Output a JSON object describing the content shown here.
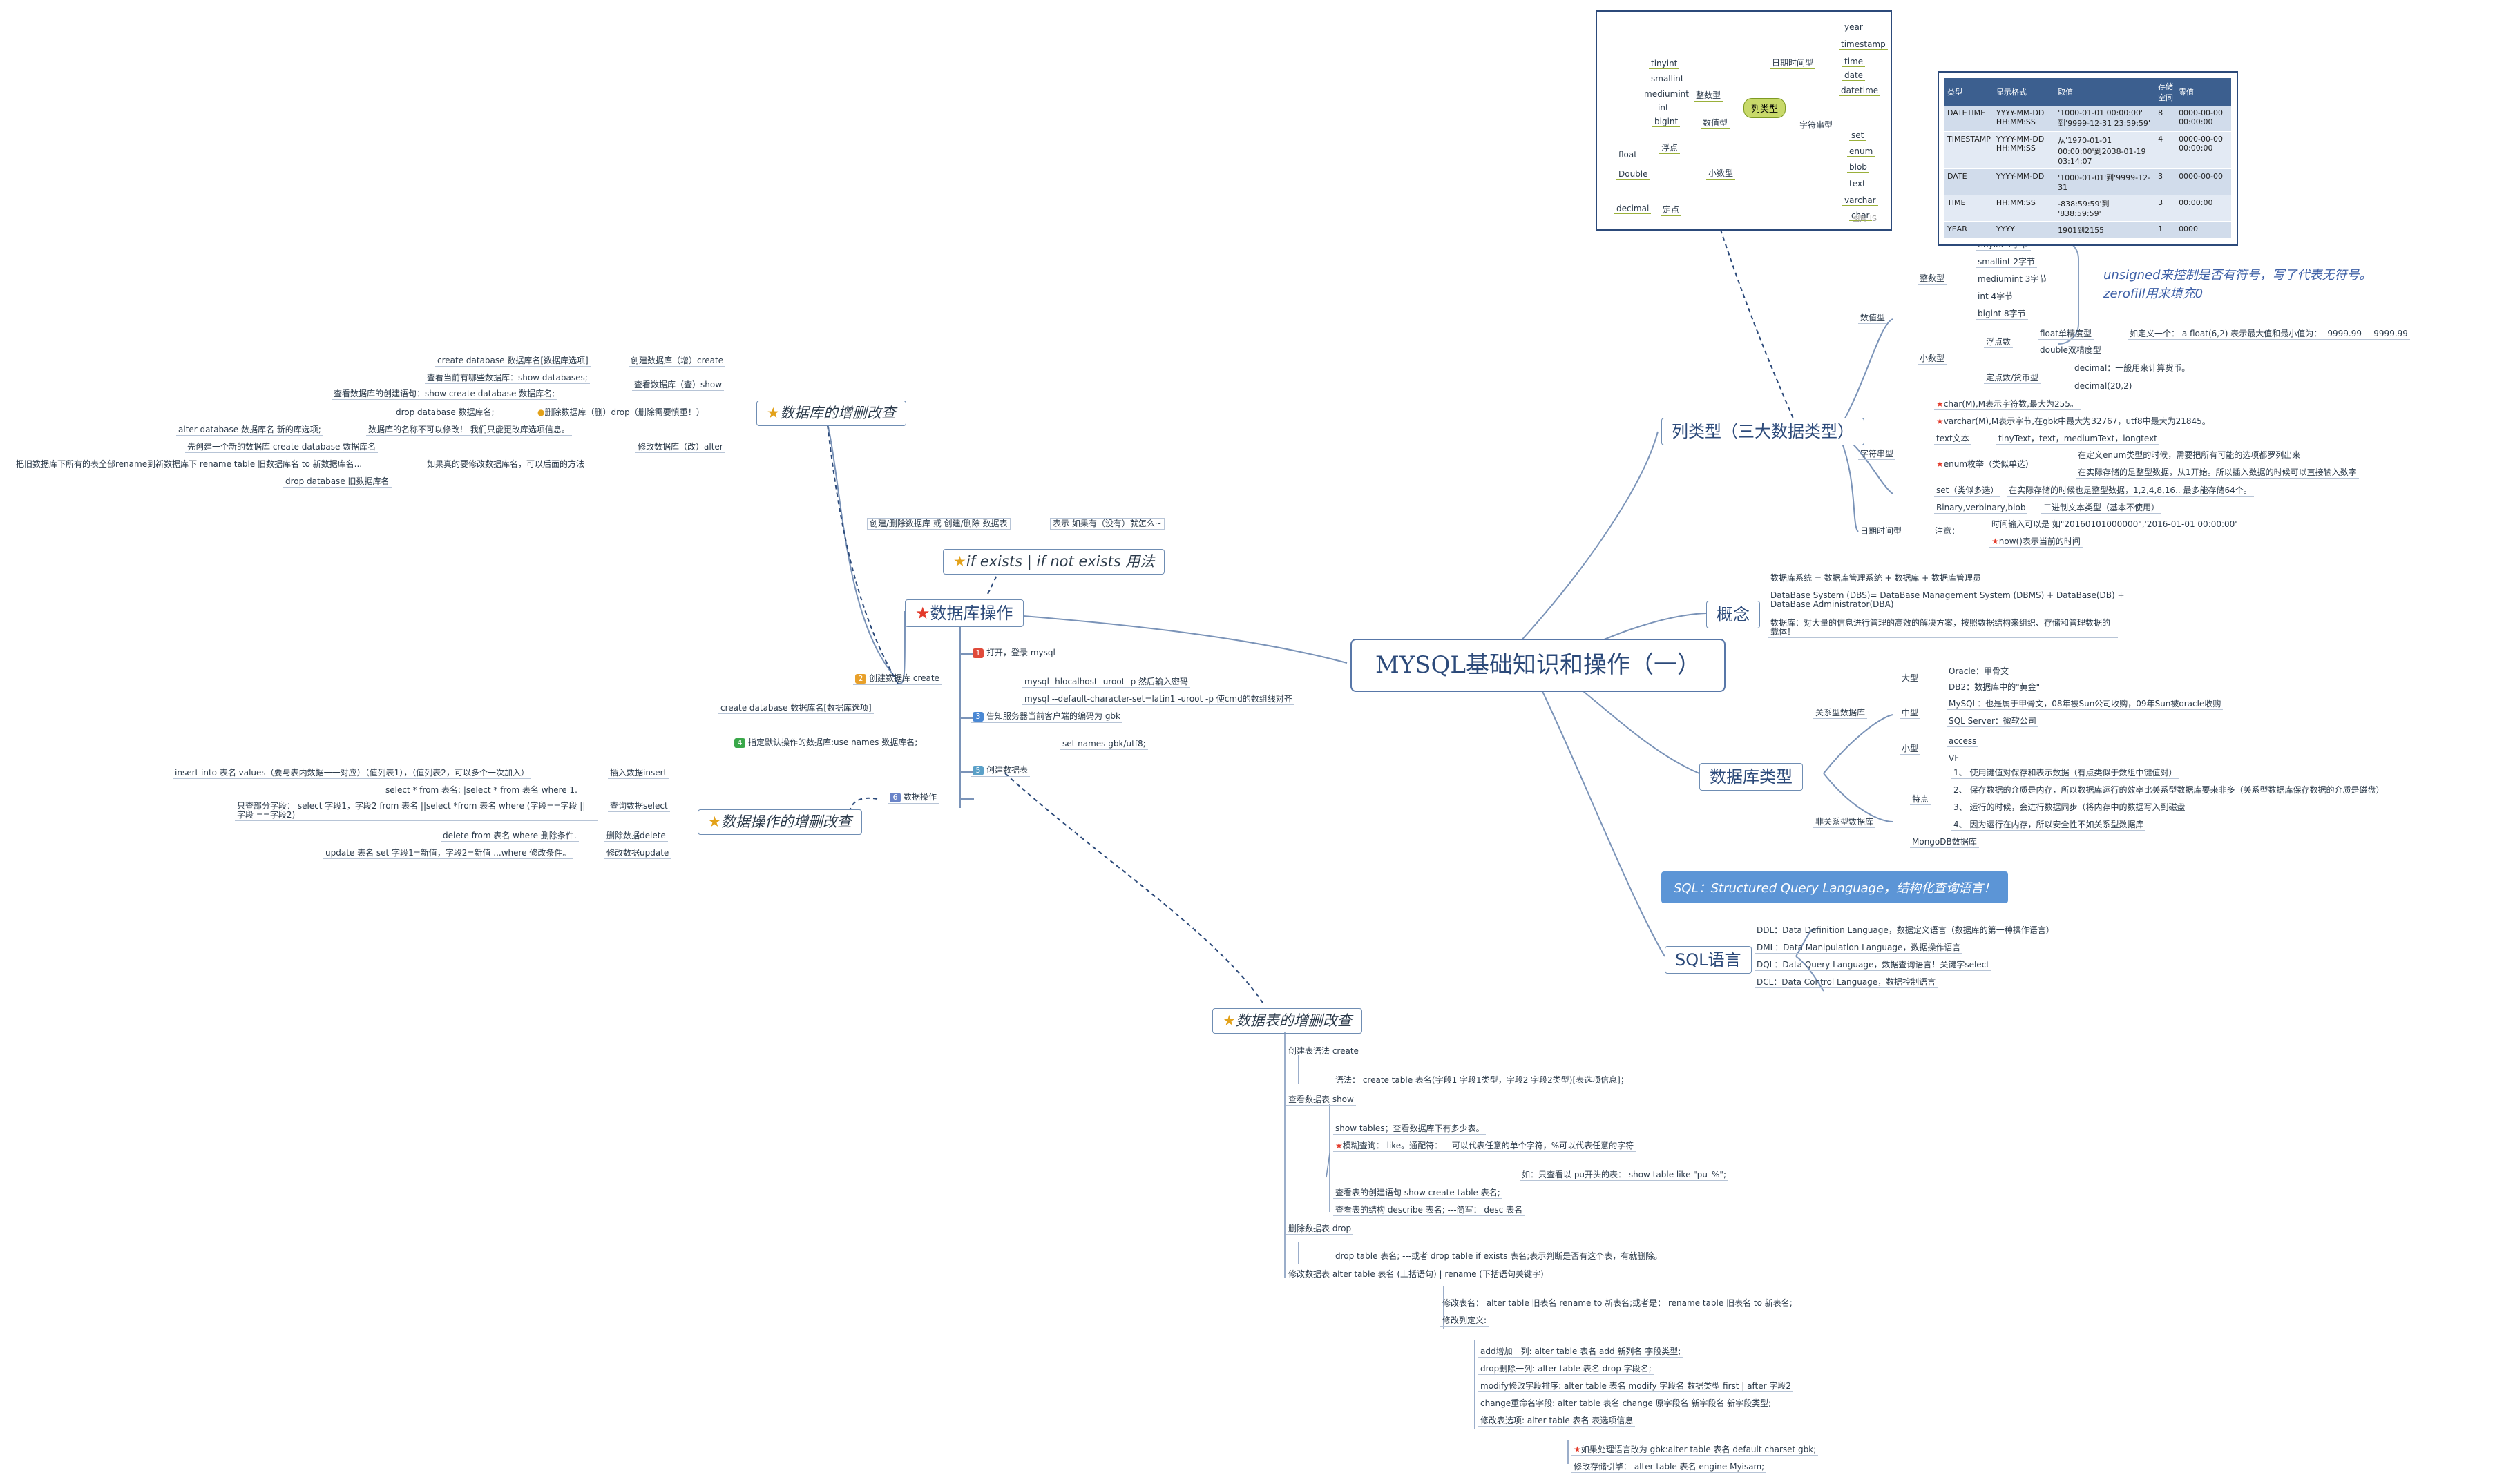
{
  "root": "MYSQL基础知识和操作（一）",
  "left": {
    "db_ops": {
      "title": "数据库操作",
      "subs": [
        {
          "n": "1",
          "label": "打开，登录 mysql",
          "color": "#e04a3a"
        },
        {
          "n": "2",
          "label": "创建数据库 create",
          "color": "#e8a02a"
        },
        {
          "n": "3",
          "label": "告知服务器当前客户端的编码为 gbk",
          "color": "#4a88d4"
        },
        {
          "n": "4",
          "label": "指定默认操作的数据库:use names 数据库名;",
          "color": "#3aa84a"
        },
        {
          "n": "5",
          "label": "创建数据表",
          "color": "#5aa0c8"
        },
        {
          "n": "6",
          "label": "数据操作",
          "color": "#6a84c8"
        }
      ],
      "login_notes": [
        "mysql -hlocalhost -uroot -p 然后输入密码",
        "mysql --default-character-set=latin1 -uroot -p 使cmd的数组线对齐"
      ],
      "gbk_note": "set names gbk/utf8;",
      "create_note": "create database 数据库名[数据库选项]"
    },
    "ifexists": {
      "title": "if exists | if not exists 用法",
      "items": [
        "创建/删除数据库 或 创建/删除 数据表",
        "表示 如果有（没有）就怎么~"
      ]
    },
    "db_crud": {
      "title": "数据库的增删改查",
      "items": [
        {
          "left": "create database 数据库名[数据库选项]",
          "right": "创建数据库（增）create"
        },
        {
          "left": "查看当前有哪些数据库：show databases;",
          "right": ""
        },
        {
          "left": "查看数据库的创建语句：show create database 数据库名;",
          "right": "查看数据库（查）show"
        },
        {
          "left": "drop database 数据库名;",
          "right": "删除数据库（删）drop（删除需要慎重！）"
        },
        {
          "left": "alter database 数据库名 新的库选项;",
          "right": "数据库的名称不可以修改！ 我们只能更改库选项信息。"
        },
        {
          "left": "先创建一个新的数据库 create database 数据库名",
          "right": ""
        },
        {
          "left": "把旧数据库下所有的表全部rename到新数据库下 rename table 旧数据库名 to 新数据库名...",
          "right": "如果真的要修改数据库名，可以后面的方法"
        },
        {
          "left": "drop database 旧数据库名",
          "right": ""
        }
      ],
      "alter_label": "修改数据库（改）alter"
    },
    "data_crud": {
      "title": "数据操作的增删改查",
      "items": [
        {
          "left": "insert into 表名 values（要与表内数据一一对应）（值列表1），（值列表2，可以多个一次加入）",
          "right": "插入数据insert"
        },
        {
          "left": "select * from 表名; |select * from 表名 where 1.",
          "right": ""
        },
        {
          "left": "只查部分字段： select 字段1，字段2 from 表名 ||select *from 表名 where (字段==字段 || 字段 ==字段2)",
          "right": "查询数据select"
        },
        {
          "left": "delete from 表名 where 删除条件.",
          "right": "删除数据delete"
        },
        {
          "left": "update 表名 set 字段1=新值，字段2=新值 ...where 修改条件。",
          "right": "修改数据update"
        }
      ]
    },
    "table_crud": {
      "title": "数据表的增删改查",
      "items": [
        "创建表语法 create",
        "语法： create table 表名(字段1 字段1类型，字段2 字段2类型)[表选项信息]；",
        "查看数据表 show",
        "show tables；查看数据库下有多少表。",
        "模糊查询： like。通配符： _ 可以代表任意的单个字符，%可以代表任意的字符",
        "如：只查看以 pu开头的表： show table like \"pu_%\";",
        "查看表的创建语句 show create table 表名;",
        "查看表的结构 describe 表名; ---简写： desc 表名",
        "删除数据表 drop",
        "drop table 表名; ---或者 drop table if exists 表名;表示判断是否有这个表，有就删除。",
        "修改数据表 alter table 表名 (上括语句) | rename (下括语句关键字)",
        "修改表名： alter table 旧表名 rename to 新表名;或者是： rename table 旧表名 to 新表名;",
        "修改列定义:",
        "add增加一列: alter table 表名 add 新列名 字段类型;",
        "drop删除一列: alter table 表名 drop 字段名;",
        "modify修改字段排序: alter table 表名 modify 字段名 数据类型 first | after 字段2",
        "change重命名字段: alter table 表名 change 原字段名 新字段名 新字段类型;",
        "修改表选项: alter table 表名 表选项信息",
        "如果处理语言改为 gbk:alter table 表名 default charset gbk;",
        "修改存储引擎： alter table 表名 engine Myisam;"
      ]
    }
  },
  "right": {
    "coltypes": {
      "title": "列类型（三大数据类型）",
      "numeric": "数值型",
      "integer": "整数型",
      "ints": [
        "tinyint 1字节",
        "smallint 2字节",
        "mediumint 3字节",
        "int 4字节",
        "bigint 8字节"
      ],
      "unsigned_note": "unsigned来控制是否有符号，写了代表无符号。zerofill用来填充0",
      "decimal_group": "小数型",
      "float_group": "浮点数",
      "float_items": [
        "float单精度型",
        "double双精度型"
      ],
      "float_note": "如定义一个： a float(6,2) 表示最大值和最小值为： -9999.99----9999.99",
      "fixed_group": "定点数/货币型",
      "fixed_items": [
        "decimal：一般用来计算货币。",
        "decimal(20,2)"
      ],
      "string": "字符串型",
      "string_items": [
        "char(M),M表示字符数,最大为255。",
        "varchar(M),M表示字节,在gbk中最大为32767，utf8中最大为21845。",
        "text文本",
        "enum枚举（类似单选）",
        "set（类似多选）",
        "Binary,verbinary,blob"
      ],
      "text_note": "tinyText，text，mediumText，longtext",
      "enum_notes": [
        "在定义enum类型的时候，需要把所有可能的选项都罗列出来",
        "在实际存储的是整型数据，从1开始。所以插入数据的时候可以直接输入数字"
      ],
      "set_note": "在实际存储的时候也是整型数据，1,2,4,8,16.. 最多能存储64个。",
      "blob_note": "二进制文本类型（基本不使用）",
      "date": "日期时间型",
      "date_note_label": "注意：",
      "date_notes": [
        "时间输入可以是 如\"20160101000000\",'2016-01-01 00:00:00'",
        "now()表示当前的时间"
      ]
    },
    "concept": {
      "title": "概念",
      "items": [
        "数据库系统 = 数据库管理系统 + 数据库 + 数据库管理员",
        "DataBase System (DBS)= DataBase Management System (DBMS) + DataBase(DB) + DataBase Administrator(DBA)",
        "数据库：对大量的信息进行管理的高效的解决方案，按照数据结构来组织、存储和管理数据的载体！"
      ]
    },
    "dbtypes": {
      "title": "数据库类型",
      "relational": "关系型数据库",
      "big": "大型",
      "big_items": [
        "Oracle：甲骨文",
        "DB2：数据库中的\"黄金\""
      ],
      "mid": "中型",
      "mid_items": [
        "MySQL：也是属于甲骨文，08年被Sun公司收购，09年Sun被oracle收购",
        "SQL Server：微软公司"
      ],
      "small": "小型",
      "small_items": [
        "access",
        "VF"
      ],
      "nonrel": "非关系型数据库",
      "feature": "特点",
      "features": [
        "1、 使用键值对保存和表示数据（有点类似于数组中键值对）",
        "2、 保存数据的介质是内存，所以数据库运行的效率比关系型数据库要来非多（关系型数据库保存数据的介质是磁盘）",
        "3、 运行的时候，会进行数据同步（将内存中的数据写入到磁盘",
        "4、 因为运行在内存，所以安全性不如关系型数据库"
      ],
      "mongo": "MongoDB数据库"
    },
    "sql": {
      "title": "SQL语言",
      "callout": "SQL：Structured Query Language，结构化查询语言！",
      "items": [
        "DDL：Data Definition Language，数据定义语言（数据库的第一种操作语言）",
        "DML：Data Manipulation Language，数据操作语言",
        "DQL：Data Query Language，数据查询语言！关键字select",
        "DCL：Data Control Language，数据控制语言"
      ]
    }
  },
  "thumb": {
    "center": "列类型",
    "int_group": "整数型",
    "ints": [
      "tinyint",
      "smallint",
      "mediumint",
      "int",
      "bigint"
    ],
    "num_group": "数值型",
    "float_group": "浮点",
    "floats": [
      "float",
      "Double"
    ],
    "dec_group": "小数型",
    "fixed_group": "定点",
    "fixed": "decimal",
    "date_group": "日期时间型",
    "dates": [
      "year",
      "timestamp",
      "time",
      "date",
      "datetime"
    ],
    "str_group": "字符串型",
    "strs": [
      "set",
      "enum",
      "blob",
      "text",
      "varchar",
      "char"
    ],
    "watermark": "图片 IS"
  },
  "types_table": {
    "headers": [
      "类型",
      "显示格式",
      "取值",
      "存储空间",
      "零值"
    ],
    "rows": [
      [
        "DATETIME",
        "YYYY-MM-DD HH:MM:SS",
        "'1000-01-01 00:00:00' 到'9999-12-31 23:59:59'",
        "8",
        "0000-00-00 00:00:00"
      ],
      [
        "TIMESTAMP",
        "YYYY-MM-DD HH:MM:SS",
        "从'1970-01-01 00:00:00'到2038-01-19 03:14:07",
        "4",
        "0000-00-00 00:00:00"
      ],
      [
        "DATE",
        "YYYY-MM-DD",
        "'1000-01-01'到'9999-12-31",
        "3",
        "0000-00-00"
      ],
      [
        "TIME",
        "HH:MM:SS",
        "-838:59:59'到 '838:59:59'",
        "3",
        "00:00:00"
      ],
      [
        "YEAR",
        "YYYY",
        "1901到2155",
        "1",
        "0000"
      ]
    ]
  },
  "colors": {
    "line": "#7a93b8",
    "accent": "#2c4a7a",
    "star": "#e33a2a"
  }
}
